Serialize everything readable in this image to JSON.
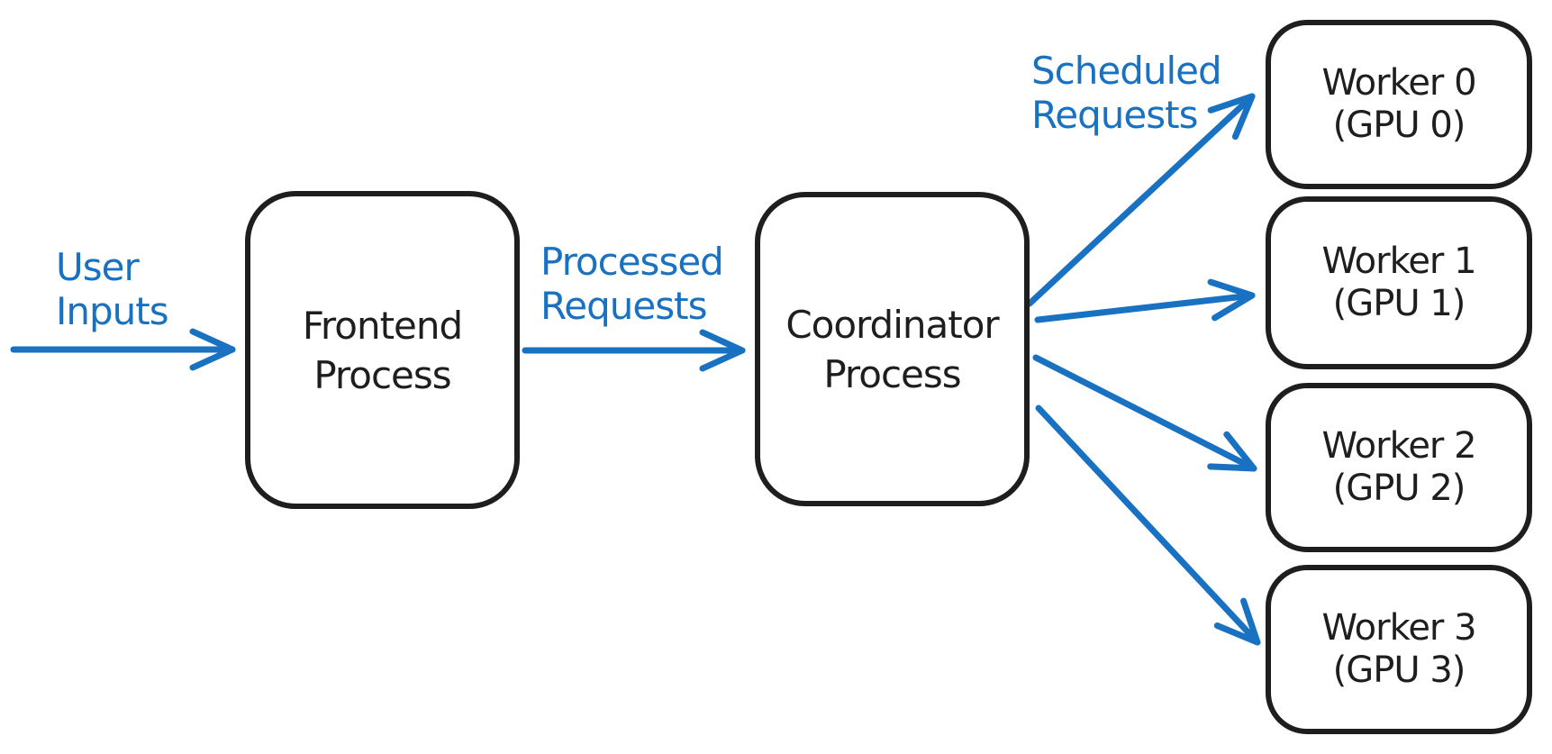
{
  "colors": {
    "stroke_black": "#1e1e1e",
    "accent_blue": "#1971c2",
    "background": "#ffffff"
  },
  "diagram": {
    "nodes": {
      "frontend": {
        "line1": "Frontend",
        "line2": "Process"
      },
      "coordinator": {
        "line1": "Coordinator",
        "line2": "Process"
      },
      "worker0": {
        "line1": "Worker 0",
        "line2": "(GPU 0)"
      },
      "worker1": {
        "line1": "Worker 1",
        "line2": "(GPU 1)"
      },
      "worker2": {
        "line1": "Worker 2",
        "line2": "(GPU 2)"
      },
      "worker3": {
        "line1": "Worker 3",
        "line2": "(GPU 3)"
      }
    },
    "edge_labels": {
      "user_inputs": {
        "line1": "User",
        "line2": "Inputs"
      },
      "processed_requests": {
        "line1": "Processed",
        "line2": "Requests"
      },
      "scheduled_requests": {
        "line1": "Scheduled",
        "line2": "Requests"
      }
    },
    "edges": [
      {
        "from": "user",
        "to": "frontend",
        "label": "User Inputs"
      },
      {
        "from": "frontend",
        "to": "coordinator",
        "label": "Processed Requests"
      },
      {
        "from": "coordinator",
        "to": "worker0",
        "label": "Scheduled Requests"
      },
      {
        "from": "coordinator",
        "to": "worker1",
        "label": "Scheduled Requests"
      },
      {
        "from": "coordinator",
        "to": "worker2",
        "label": "Scheduled Requests"
      },
      {
        "from": "coordinator",
        "to": "worker3",
        "label": "Scheduled Requests"
      }
    ]
  }
}
